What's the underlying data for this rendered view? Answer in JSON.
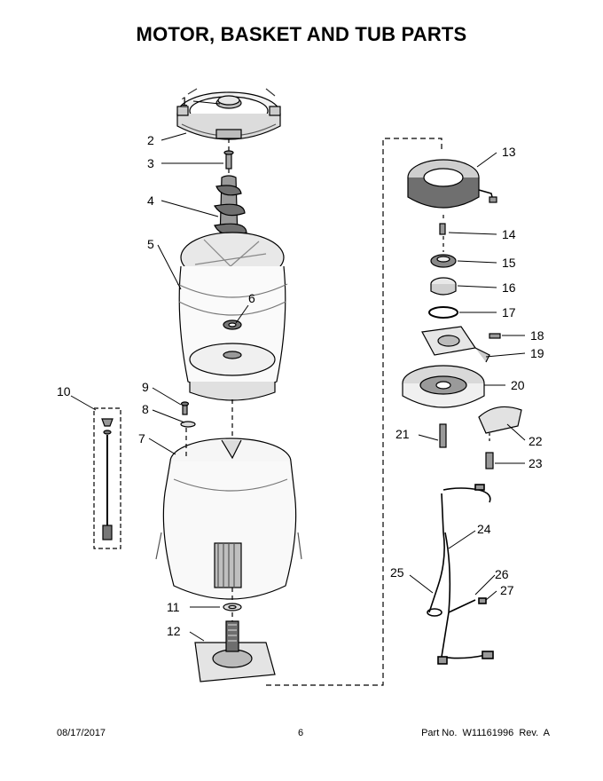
{
  "title": "MOTOR, BASKET AND TUB PARTS",
  "footer": {
    "date": "08/17/2017",
    "page": "6",
    "part_no": "Part No.  W11161996  Rev.  A"
  },
  "callouts": [
    "1",
    "2",
    "3",
    "4",
    "5",
    "6",
    "7",
    "8",
    "9",
    "10",
    "11",
    "12",
    "13",
    "14",
    "15",
    "16",
    "17",
    "18",
    "19",
    "20",
    "21",
    "22",
    "23",
    "24",
    "25",
    "26",
    "27"
  ]
}
